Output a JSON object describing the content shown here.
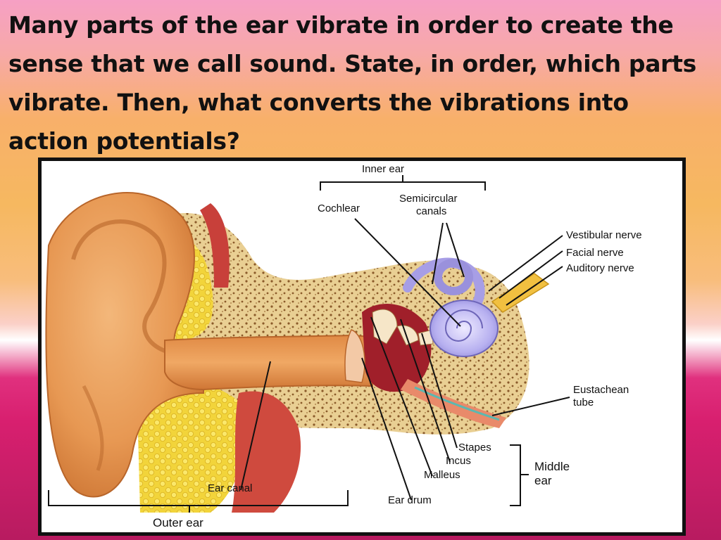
{
  "question": "Many parts of the ear vibrate in order to create the sense that we call sound.  State, in order, which parts vibrate.  Then, what converts the vibrations into action potentials?",
  "diagram": {
    "labels": {
      "inner_ear": "Inner ear",
      "cochlear": "Cochlear",
      "semicircular_1": "Semicircular",
      "semicircular_2": "canals",
      "vestibular_nerve": "Vestibular nerve",
      "facial_nerve": "Facial  nerve",
      "auditory_nerve": "Auditory nerve",
      "eustachean_1": "Eustachean",
      "eustachean_2": "tube",
      "stapes": "Stapes",
      "incus": "Incus",
      "malleus": "Malleus",
      "middle_1": "Middle",
      "middle_2": "ear",
      "ear_drum": "Ear drum",
      "ear_canal": "Ear canal",
      "outer_ear": "Outer ear"
    }
  }
}
